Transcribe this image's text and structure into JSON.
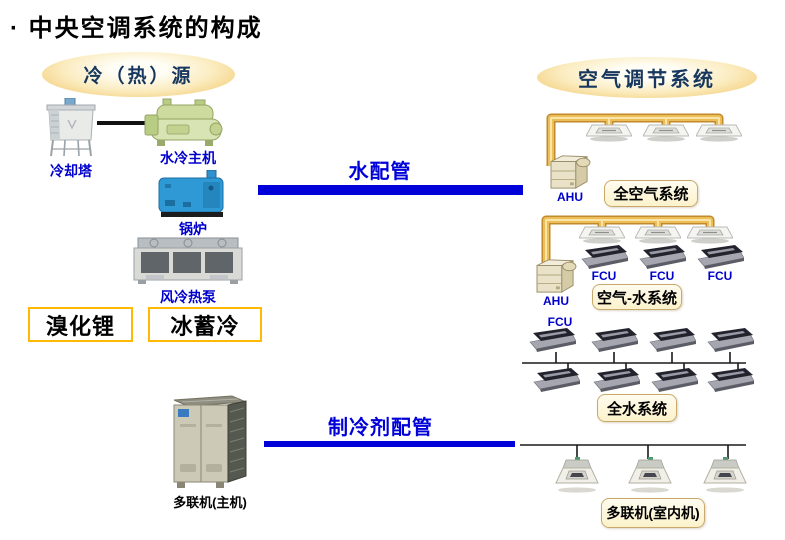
{
  "title": "· 中央空调系统的构成",
  "source_group": {
    "header": "冷（热）源",
    "cooling_tower_label": "冷却塔",
    "chiller_label": "水冷主机",
    "boiler_label": "锅炉",
    "heat_pump_label": "风冷热泵",
    "option_box_1": "溴化锂",
    "option_box_2": "冰蓄冷",
    "vrf_outdoor_label": "多联机(主机)"
  },
  "pipes": {
    "water_label": "水配管",
    "refrigerant_label": "制冷剂配管"
  },
  "air_group": {
    "header": "空气调节系统",
    "ahu_label": "AHU",
    "fcu_label": "FCU",
    "system_1": "全空气系统",
    "system_2": "空气-水系统",
    "system_3": "全水系统",
    "system_4": "多联机(室内机)"
  },
  "colors": {
    "pipe_blue": "#0000D9",
    "label_blue": "#0000CC",
    "option_box_border": "#FFB900",
    "ellipse_gold": "#F2C970",
    "system_box_cream": "#FCF2CB",
    "duct_gold": "#EDBE58",
    "header_text": "#17375E"
  }
}
